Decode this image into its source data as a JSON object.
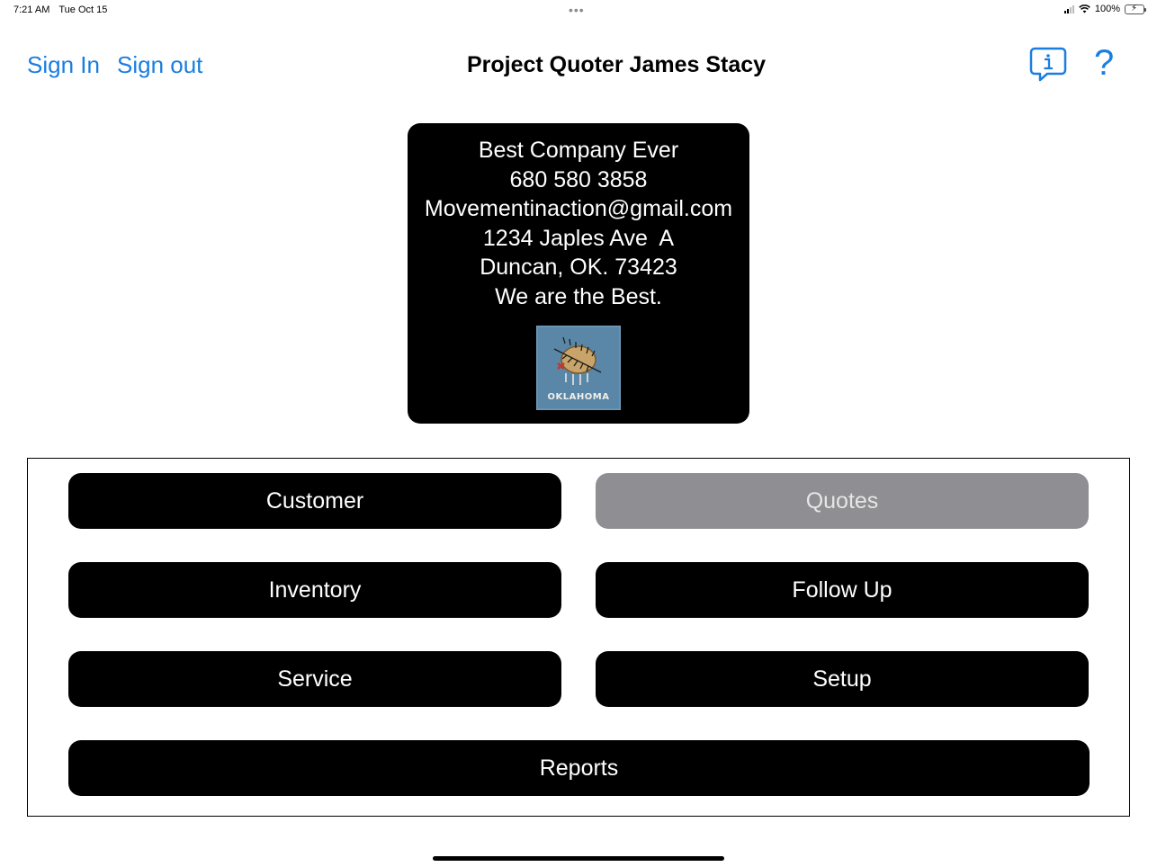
{
  "status_bar": {
    "time": "7:21 AM",
    "date": "Tue Oct 15",
    "battery": "100%"
  },
  "nav": {
    "sign_in": "Sign In",
    "sign_out": "Sign out",
    "title": "Project Quoter James Stacy",
    "help": "?"
  },
  "company": {
    "name": "Best Company Ever",
    "phone": "680 580 3858",
    "email": "Movementinaction@gmail.com",
    "address1": "1234 Japles Ave  A",
    "address2": "Duncan, OK. 73423",
    "slogan": "We are the Best.",
    "logo_text": "OKLAHOMA"
  },
  "menu": {
    "customer": "Customer",
    "quotes": "Quotes",
    "inventory": "Inventory",
    "follow_up": "Follow Up",
    "service": "Service",
    "setup": "Setup",
    "reports": "Reports"
  },
  "colors": {
    "accent": "#1a7ee0",
    "button": "#000000",
    "button_disabled": "#8e8e93",
    "flag_blue": "#5a87a8"
  }
}
